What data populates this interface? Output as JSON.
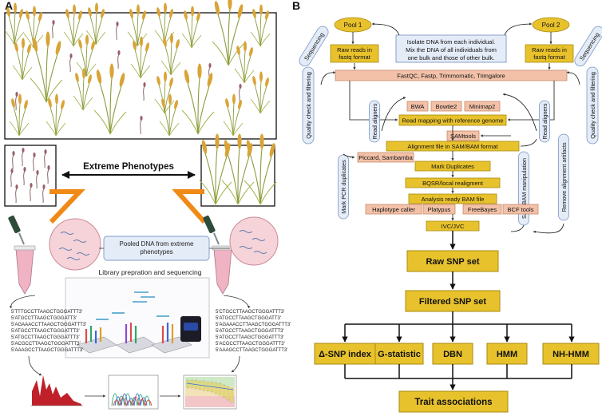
{
  "panel_a": {
    "label": "A",
    "extreme_phenotypes": "Extreme Phenotypes",
    "pooled_dna_line1": "Pooled DNA from extreme",
    "pooled_dna_line2": "phenotypes",
    "library_title": "Library prepration and sequencing",
    "seq_left": [
      "5'TTTGCCTTAAGCTGGGATTT3'",
      "5'ATGCCTTAAGCTGGGATT3'",
      "5'AGAAACCTTAAGCTGGGATTT3'",
      "5'ATGCCTTAAGCTGGGATTT3'",
      "5'ATGCCTTAAGCTGGGATTT3'",
      "5'ACGCCTTAAGCTGGGATTT3'",
      "5'AAAGCCTTAAGCTGGGATTT3'"
    ],
    "seq_right": [
      "5'CTGCCTTAAGCTGGGATTT3'",
      "5'ATGCCTTAAGCTGGGATT3'",
      "5'AGAAACCTTAAGCTGGGATTT3'",
      "5'ATGCCTTAAGCTGGGATTT3'",
      "5'ATGCCTTAAGCTGGGATTT3'",
      "5'ACGCCTTAAGCTGGGATTT3'",
      "5'AAAGCCTTAAGCTGGGATTT3'"
    ]
  },
  "panel_b": {
    "label": "B",
    "pool1": "Pool 1",
    "pool2": "Pool 2",
    "isolate_lines": [
      "Isolate DNA from each individual.",
      "Mix the DNA of all individuals from",
      "one bulk and those of other bulk."
    ],
    "raw_reads_lines": [
      "Raw reads in",
      "fastq format"
    ],
    "sequencing": "Sequencing",
    "quality_check": "Quality check and filtering",
    "fastqc": "FastQC, Fastp, Trimmomatic, Trimgalore",
    "aligner_bwa": "BWA",
    "aligner_bowtie": "Bowtie2",
    "aligner_minimap": "Minimap2",
    "read_aligners": "Read aligners",
    "read_mapping": "Read mapping with reference genome",
    "samtools": "SAMtools",
    "alignment_file": "Alignment file in SAM/BAM format",
    "sam_bam_manipulation": "SAM/BAM manipulation",
    "remove_artifacts": "Remove alignment artifacts",
    "mark_pcr": "Mark PCR duplicates",
    "piccard": "Piccard, Sambamba",
    "mark_duplicates": "Mark Duplicates",
    "bqsr": "BQSR/local realigment",
    "analysis_ready": "Analysis ready BAM file",
    "haplotype": "Haplotype caller",
    "platypus": "Platypus",
    "freebayes": "FreeBayes",
    "bcf": "BCF tools",
    "ivc": "IVC/JVC",
    "raw_snp": "Raw SNP set",
    "filtered_snp": "Filtered SNP set",
    "methods": [
      "Δ-SNP index",
      "G-statistic",
      "DBN",
      "HMM",
      "NH-HMM"
    ],
    "trait": "Trait associations"
  },
  "colors": {
    "gold": "#e8c22c",
    "gold_stroke": "#a88a10",
    "salmon": "#f2c1a8",
    "salmon_stroke": "#c98a6a",
    "lightblue": "#e4ecf8",
    "lightblue_stroke": "#7f98c4",
    "wheat": "#d9a437",
    "stem": "#8a9a3a",
    "orange_arrow": "#ef8a16",
    "pink_circle": "#f6d3d8"
  }
}
